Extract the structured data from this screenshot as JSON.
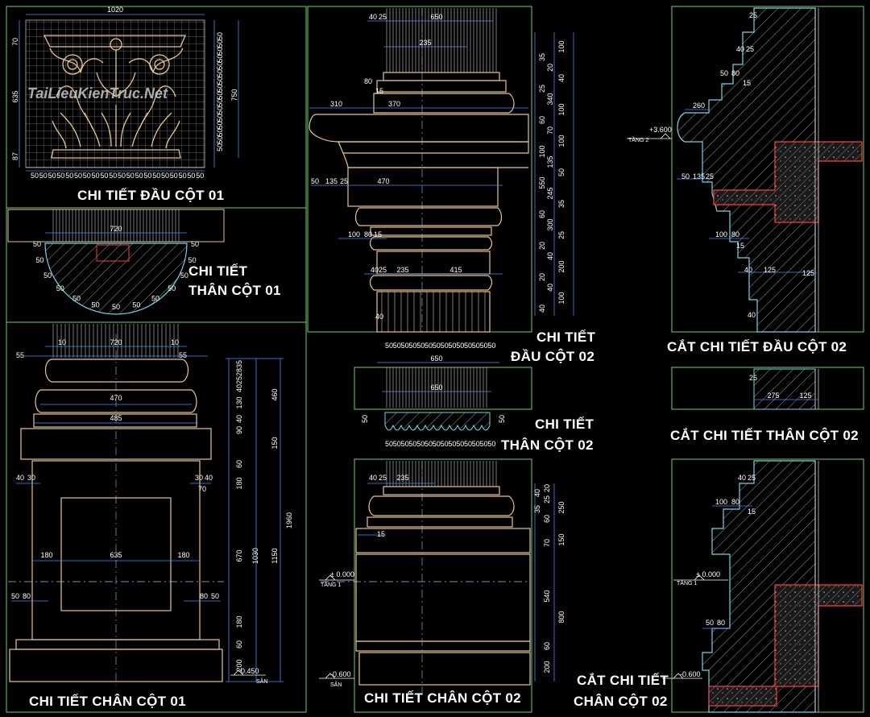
{
  "watermark": "TaiLieuKienTruc.Net",
  "titles": {
    "dau_cot_01": "CHI TIẾT ĐẦU CỘT 01",
    "than_cot_01_line1": "CHI TIẾT",
    "than_cot_01_line2": "THÂN CỘT 01",
    "chan_cot_01": "CHI TIẾT CHÂN CỘT 01",
    "dau_cot_02_line1": "CHI TIẾT",
    "dau_cot_02_line2": "ĐẦU CỘT 02",
    "than_cot_02_line1": "CHI TIẾT",
    "than_cot_02_line2": "THÂN CỘT 02",
    "chan_cot_02": "CHI TIẾT CHÂN CỘT 02",
    "cat_dau_cot_02": "CẮT CHI TIẾT ĐẦU CỘT 02",
    "cat_than_cot_02": "CẮT CHI TIẾT THÂN CỘT 02",
    "cat_chan_cot_02_line1": "CẮT CHI TIẾT",
    "cat_chan_cot_02_line2": "CHÂN CỘT 02"
  },
  "levels": {
    "tang2_label": "TẦNG 2",
    "tang2_value": "+3.600",
    "tang1_label": "TẦNG 1",
    "tang1_value": "± 0.000",
    "san_label": "SÂN",
    "san_value_1": "-0.450",
    "san_value_2": "-0.600"
  },
  "dimensions": {
    "dau_cot_01": {
      "top": "1020",
      "bottom_repeat": "50",
      "left": [
        "70",
        "635",
        "87"
      ],
      "right": "750",
      "right_repeat": "50"
    },
    "than_cot_01": {
      "width": "720",
      "flute": "50"
    },
    "chan_cot_01": {
      "top": [
        "10",
        "720",
        "10"
      ],
      "top_side": [
        "55",
        "55"
      ],
      "widths": [
        "470",
        "485"
      ],
      "side_left": [
        "40",
        "30"
      ],
      "side_right": [
        "30",
        "40",
        "70"
      ],
      "middle": [
        "180",
        "635",
        "180"
      ],
      "low": [
        "50",
        "80",
        "80",
        "50"
      ],
      "right_col_1": [
        "35",
        "28",
        "25",
        "40",
        "130",
        "40",
        "90",
        "60",
        "180",
        "670",
        "180",
        "60",
        "200"
      ],
      "right_col_2": [
        "460",
        "150",
        "1030",
        "1150"
      ],
      "right_col_3": "1960"
    },
    "dau_cot_02": {
      "top": [
        "40",
        "25",
        "650",
        "235"
      ],
      "widths": [
        "80",
        "15",
        "310",
        "370",
        "470",
        "50",
        "135",
        "25",
        "100",
        "80",
        "15",
        "40",
        "25",
        "235",
        "415",
        "40"
      ],
      "right_col": [
        "100",
        "35",
        "20",
        "40",
        "25",
        "340",
        "100",
        "60",
        "70",
        "100",
        "100",
        "135",
        "50",
        "550",
        "245",
        "35",
        "60",
        "300",
        "25",
        "20",
        "40",
        "200",
        "20",
        "40",
        "100",
        "40"
      ],
      "bottom_repeat": "50"
    },
    "than_cot_02": {
      "width_1": "650",
      "width_2": "650",
      "side": [
        "50",
        "50"
      ],
      "bottom_repeat": "50"
    },
    "chan_cot_02": {
      "top": [
        "40",
        "25",
        "235"
      ],
      "small": "15",
      "right_col": [
        "40",
        "20",
        "25",
        "35",
        "60",
        "250",
        "70",
        "150",
        "540",
        "800",
        "60",
        "200"
      ]
    },
    "cat_dau_cot_02": [
      "25",
      "40",
      "25",
      "50",
      "80",
      "15",
      "260",
      "50",
      "135",
      "25",
      "100",
      "80",
      "15",
      "40",
      "125",
      "125",
      "40"
    ],
    "cat_than_cot_02": [
      "25",
      "275",
      "125"
    ],
    "cat_chan_cot_02": [
      "40",
      "25",
      "100",
      "80",
      "15",
      "50",
      "80"
    ]
  }
}
